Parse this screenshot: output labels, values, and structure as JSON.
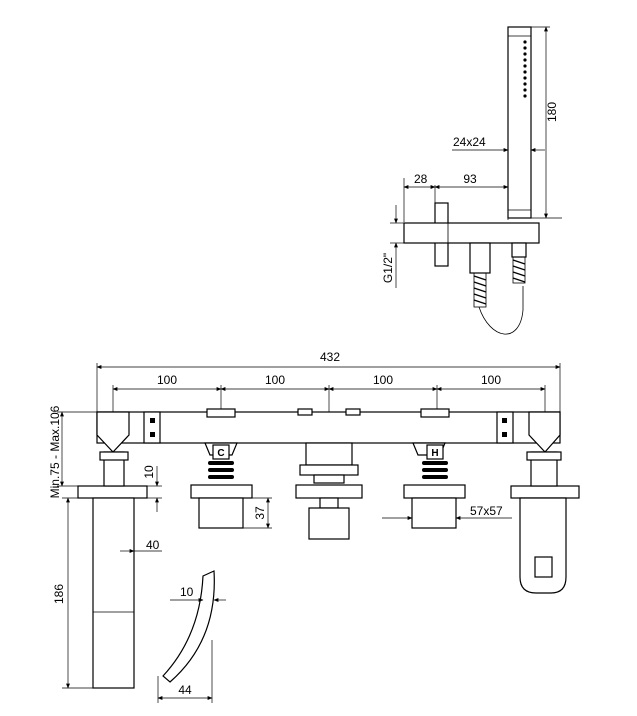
{
  "dimensions": {
    "shower_height": "180",
    "shower_section": "24x24",
    "wall_offset": "28",
    "arm_length": "93",
    "thread": "G1/2\"",
    "overall_width": "432",
    "spacing_1": "100",
    "spacing_2": "100",
    "spacing_3": "100",
    "spacing_4": "100",
    "deck_range": "Min.75 - Max.106",
    "plate_thickness": "10",
    "handle_height": "37",
    "handle_size": "57x57",
    "spout_width": "40",
    "spout_height": "186",
    "spout_tip": "10",
    "spout_projection": "44"
  },
  "markings": {
    "cold": "C",
    "hot": "H"
  }
}
